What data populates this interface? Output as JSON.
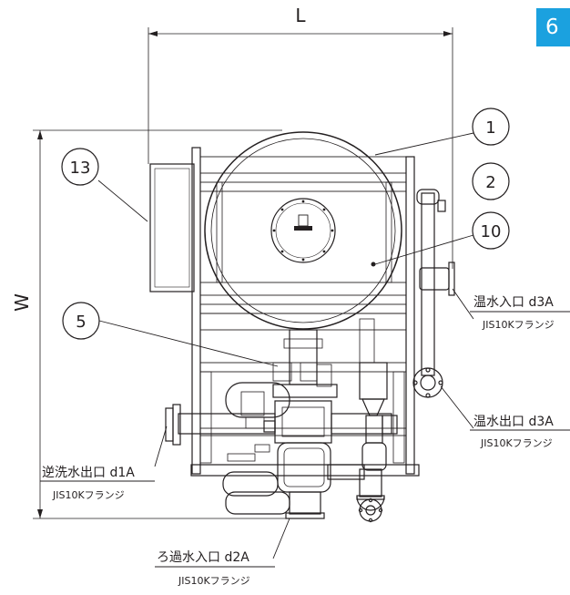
{
  "page_tab": {
    "label": "6",
    "color": "#1ba1df"
  },
  "dimensions": {
    "length": "L",
    "width": "W"
  },
  "callouts": [
    {
      "number": "1"
    },
    {
      "number": "2"
    },
    {
      "number": "10"
    },
    {
      "number": "13"
    },
    {
      "number": "5"
    }
  ],
  "connections": {
    "hot_water_inlet": {
      "label": "温水入口 d3A",
      "spec": "JIS10Kフランジ"
    },
    "hot_water_outlet": {
      "label": "温水出口 d3A",
      "spec": "JIS10Kフランジ"
    },
    "backwash_outlet": {
      "label": "逆洗水出口 d1A",
      "spec": "JIS10Kフランジ"
    },
    "filter_inlet": {
      "label": "ろ過水入口 d2A",
      "spec": "JIS10Kフランジ"
    }
  },
  "line_color": "#231f20"
}
